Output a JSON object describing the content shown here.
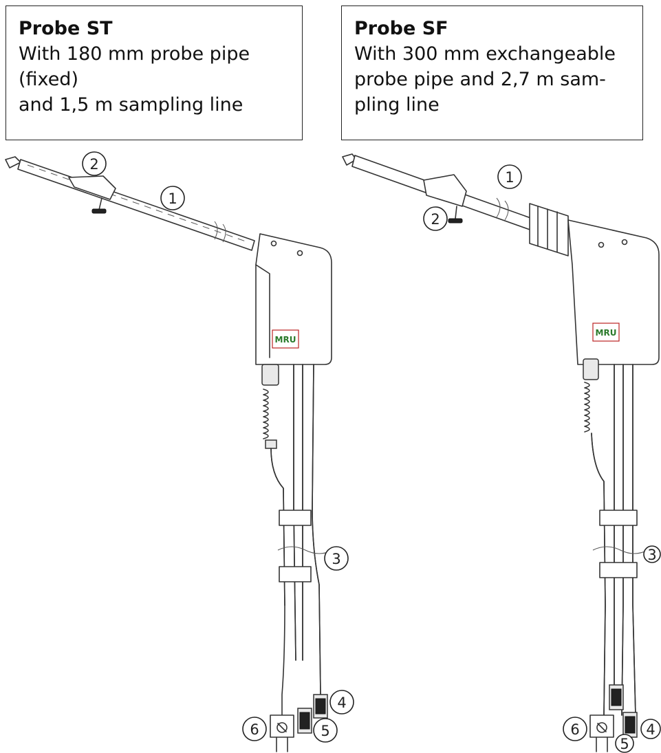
{
  "probe_st": {
    "title": "Probe ST",
    "lines": [
      "With 180 mm probe pipe",
      "(fixed)",
      "and 1,5 m sampling line"
    ]
  },
  "probe_sf": {
    "title": "Probe SF",
    "lines": [
      "With 300 mm exchangeable",
      "probe pipe and 2,7 m sam-",
      "pling line"
    ]
  },
  "callouts": {
    "st": [
      "1",
      "2",
      "3",
      "4",
      "5",
      "6"
    ],
    "sf": [
      "1",
      "2",
      "3",
      "4",
      "5",
      "6"
    ]
  },
  "logo_text": "MRU"
}
